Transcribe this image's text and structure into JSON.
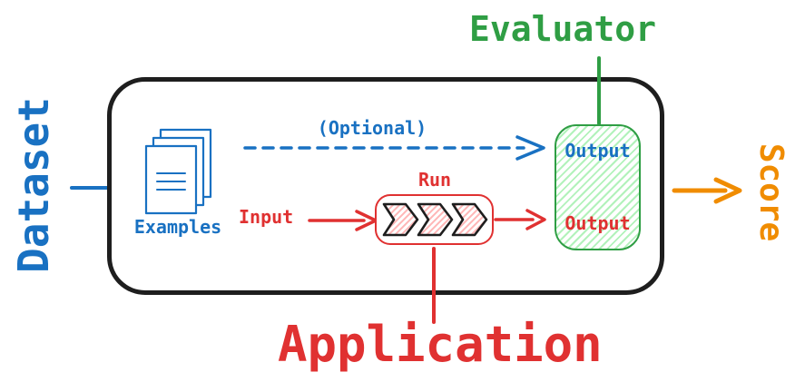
{
  "labels": {
    "dataset": "Dataset",
    "evaluator": "Evaluator",
    "score": "Score",
    "application": "Application",
    "examples": "Examples",
    "optional": "(Optional)",
    "input": "Input",
    "run": "Run",
    "output_reference": "Output",
    "output_run": "Output"
  },
  "icons": {
    "examples": "documents-stack-icon",
    "run_pipeline": "chevron-pipeline-icon",
    "optional_arrow": "dashed-arrow-right-icon",
    "input_arrow": "arrow-right-icon",
    "output_arrow": "arrow-right-icon",
    "score_arrow": "arrow-right-icon"
  },
  "colors": {
    "blue": "#1971c2",
    "green": "#2f9e44",
    "red": "#e03131",
    "orange": "#f08c00",
    "ink": "#1e1e1e",
    "green_hatch": "#b2f2bb",
    "red_hatch": "#ffc9c9",
    "bg": "#ffffff"
  }
}
